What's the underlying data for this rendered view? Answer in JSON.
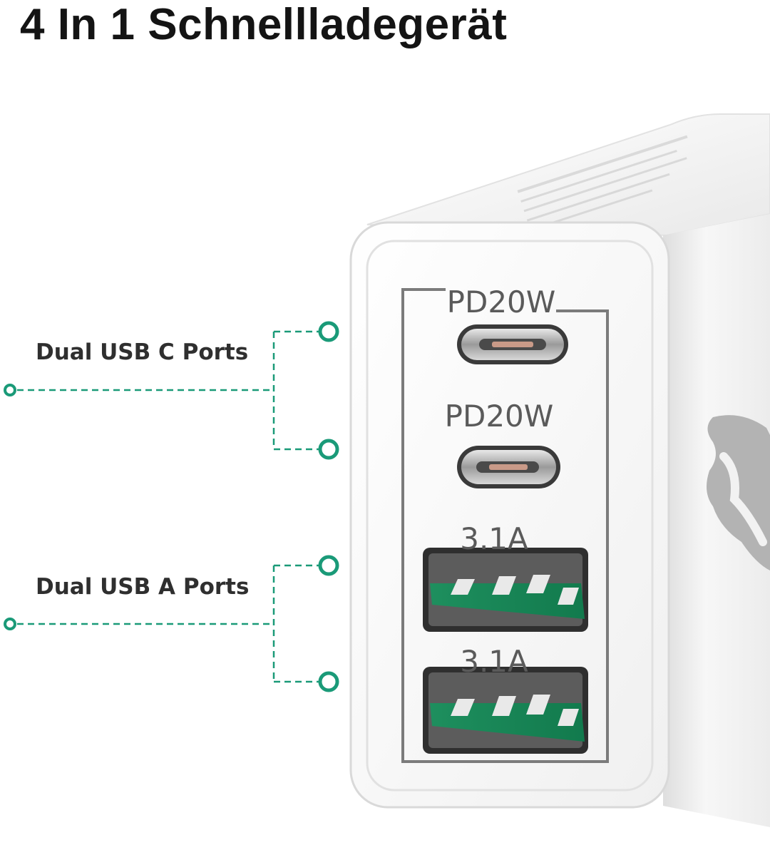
{
  "header": {
    "title": "4 In 1 Schnellladegerät"
  },
  "callouts": {
    "usb_c_label": "Dual USB C Ports",
    "usb_a_label": "Dual USB A Ports"
  },
  "ports": {
    "usb_c_1_rating": "PD20W",
    "usb_c_2_rating": "PD20W",
    "usb_a_1_rating": "3.1A",
    "usb_a_2_rating": "3.1A"
  },
  "colors": {
    "accent": "#1a9a78",
    "usb_a_tongue": "#148a58",
    "charger_body": "#f4f4f4",
    "title_text": "#141414"
  },
  "icons": {
    "callout_markers": "ring-node-icon",
    "brand_logo": "brand-logo-icon"
  }
}
